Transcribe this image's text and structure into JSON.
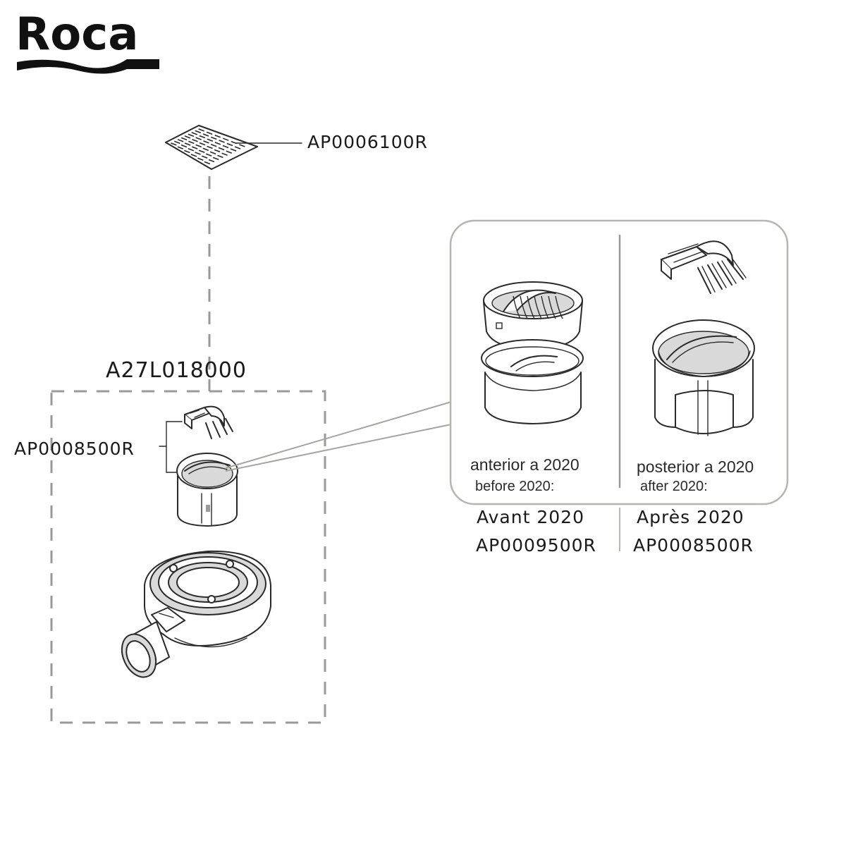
{
  "brand": {
    "logo_text": "Roca"
  },
  "colors": {
    "line": "#2a2a2a",
    "dash": "#9a9a9a",
    "panel_border": "#b8b4b0",
    "callout": "#a8a4a0"
  },
  "parts": {
    "grate": {
      "code": "AP0006100R"
    },
    "kit": {
      "code": "A27L018000"
    },
    "filter": {
      "code": "AP0008500R"
    }
  },
  "versions": {
    "before": {
      "label_es": "anterior a 2020",
      "label_en": "before 2020:",
      "label_fr": "Avant 2020",
      "code": "AP0009500R"
    },
    "after": {
      "label_es": "posterior a 2020",
      "label_en": "after 2020:",
      "label_fr": "Après  2020",
      "code": "AP0008500R"
    }
  },
  "icons": [
    "roca-logo",
    "grate-cover-icon",
    "filter-comb-icon",
    "filter-basket-icon",
    "drain-body-icon",
    "old-filter-cap-icon",
    "old-filter-cup-icon",
    "new-filter-comb-icon",
    "new-filter-basket-icon"
  ]
}
